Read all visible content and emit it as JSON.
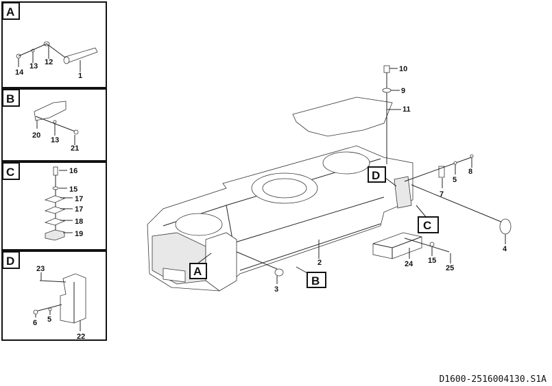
{
  "panels": [
    {
      "letter": "A",
      "callouts": [
        "14",
        "13",
        "12",
        "1"
      ]
    },
    {
      "letter": "B",
      "callouts": [
        "20",
        "13",
        "21"
      ]
    },
    {
      "letter": "C",
      "callouts": [
        "16",
        "15",
        "17",
        "17",
        "18",
        "19"
      ]
    },
    {
      "letter": "D",
      "callouts": [
        "23",
        "6",
        "5",
        "22"
      ]
    }
  ],
  "main": {
    "callouts": {
      "c10": "10",
      "c9": "9",
      "c11": "11",
      "c8": "8",
      "c5": "5",
      "c7": "7",
      "c4": "4",
      "c2": "2",
      "c3": "3",
      "c24": "24",
      "c15": "15",
      "c25": "25"
    },
    "detail_refs": {
      "A": "A",
      "B": "B",
      "C": "C",
      "D": "D"
    }
  },
  "footer": {
    "drawing_number": "D1600-2516004130.S1A"
  }
}
